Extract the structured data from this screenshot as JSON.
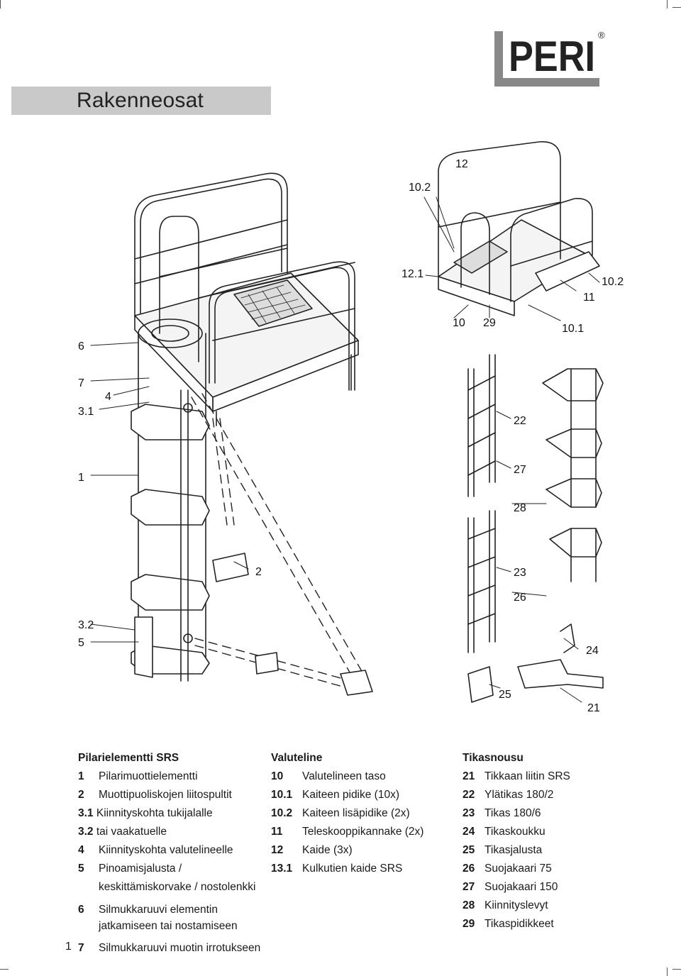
{
  "header": {
    "title": "Rakenneosat",
    "logo_text": "PERI",
    "logo_mark": "®"
  },
  "drawing": {
    "callouts": [
      "12",
      "10.2",
      "12.1",
      "10",
      "29",
      "10.1",
      "11",
      "10.2",
      "6",
      "7",
      "4",
      "3.1",
      "22",
      "1",
      "27",
      "28",
      "2",
      "23",
      "26",
      "3.2",
      "5",
      "24",
      "25",
      "21"
    ]
  },
  "legend": {
    "col1": {
      "heading": "Pilarielementti SRS",
      "items": [
        {
          "num": "1",
          "text": "Pilarimuottielementti"
        },
        {
          "num": "2",
          "text": "Muottipuoliskojen liitospultit"
        },
        {
          "num": "3.1",
          "text": "Kiinnityskohta tukijalalle"
        },
        {
          "num": "3.2",
          "text": "tai vaakatuelle"
        },
        {
          "num": "4",
          "text": "Kiinnityskohta valutelineelle"
        },
        {
          "num": "5",
          "text": "Pinoamisjalusta /",
          "text2": "keskittämiskorvake / nostolenkki"
        },
        {
          "num": "6",
          "text": "Silmukkaruuvi elementin",
          "text2": "jatkamiseen tai nostamiseen"
        },
        {
          "num": "7",
          "text": "Silmukkaruuvi muotin irrotukseen"
        }
      ]
    },
    "col2": {
      "heading": "Valuteline",
      "items": [
        {
          "num": "10",
          "text": "Valutelineen taso"
        },
        {
          "num": "10.1",
          "text": "Kaiteen pidike (10x)"
        },
        {
          "num": "10.2",
          "text": "Kaiteen lisäpidike (2x)"
        },
        {
          "num": "11",
          "text": "Teleskooppikannake (2x)"
        },
        {
          "num": "12",
          "text": "Kaide (3x)"
        },
        {
          "num": "13.1",
          "text": "Kulkutien kaide SRS"
        }
      ]
    },
    "col3": {
      "heading": "Tikasnousu",
      "items": [
        {
          "num": "21",
          "text": "Tikkaan liitin SRS"
        },
        {
          "num": "22",
          "text": "Ylätikas 180/2"
        },
        {
          "num": "23",
          "text": "Tikas 180/6"
        },
        {
          "num": "24",
          "text": "Tikaskoukku"
        },
        {
          "num": "25",
          "text": "Tikasjalusta"
        },
        {
          "num": "26",
          "text": "Suojakaari 75"
        },
        {
          "num": "27",
          "text": "Suojakaari 150"
        },
        {
          "num": "28",
          "text": "Kiinnityslevyt"
        },
        {
          "num": "29",
          "text": "Tikaspidikkeet"
        }
      ]
    }
  },
  "footer": {
    "page_number": "1"
  }
}
